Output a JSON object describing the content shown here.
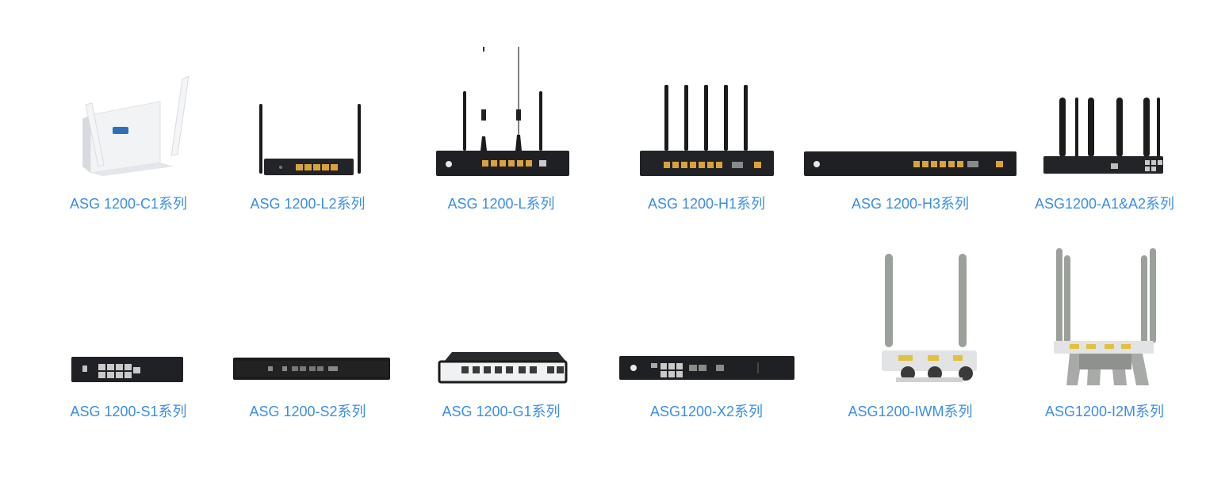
{
  "products": [
    {
      "label": "ASG 1200-C1系列",
      "icon": "white-router-icon"
    },
    {
      "label": "ASG 1200-L2系列",
      "icon": "two-antenna-router-icon"
    },
    {
      "label": "ASG 1200-L系列",
      "icon": "lte-antenna-router-icon"
    },
    {
      "label": "ASG 1200-H1系列",
      "icon": "five-antenna-router-icon"
    },
    {
      "label": "ASG 1200-H3系列",
      "icon": "rack-router-icon"
    },
    {
      "label": "ASG1200-A1&A2系列",
      "icon": "six-antenna-router-icon"
    },
    {
      "label": "ASG 1200-S1系列",
      "icon": "compact-appliance-icon"
    },
    {
      "label": "ASG 1200-S2系列",
      "icon": "flat-appliance-icon"
    },
    {
      "label": "ASG 1200-G1系列",
      "icon": "silver-panel-appliance-icon"
    },
    {
      "label": "ASG1200-X2系列",
      "icon": "rack-appliance-icon"
    },
    {
      "label": "ASG1200-IWM系列",
      "icon": "outdoor-gateway-icon"
    },
    {
      "label": "ASG1200-I2M系列",
      "icon": "outdoor-multi-antenna-gateway-icon"
    }
  ]
}
